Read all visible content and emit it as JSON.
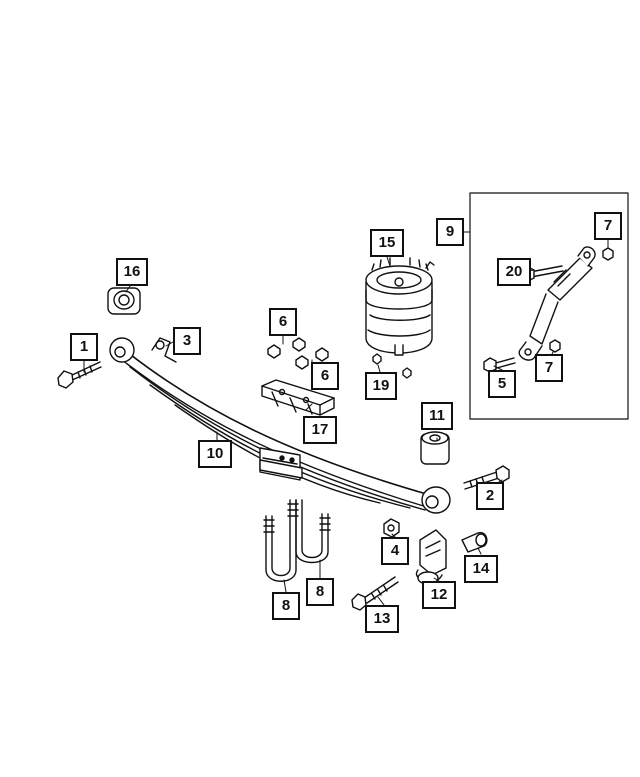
{
  "callouts": {
    "c1": "1",
    "c2": "2",
    "c3": "3",
    "c4": "4",
    "c5": "5",
    "c6a": "6",
    "c6b": "6",
    "c7a": "7",
    "c7b": "7",
    "c8a": "8",
    "c8b": "8",
    "c9": "9",
    "c10": "10",
    "c11": "11",
    "c12": "12",
    "c13": "13",
    "c14": "14",
    "c15": "15",
    "c16": "16",
    "c17": "17",
    "c19": "19",
    "c20": "20"
  },
  "colors": {
    "line": "#111111",
    "fill": "#ffffff",
    "shade": "#d9d9d9"
  }
}
